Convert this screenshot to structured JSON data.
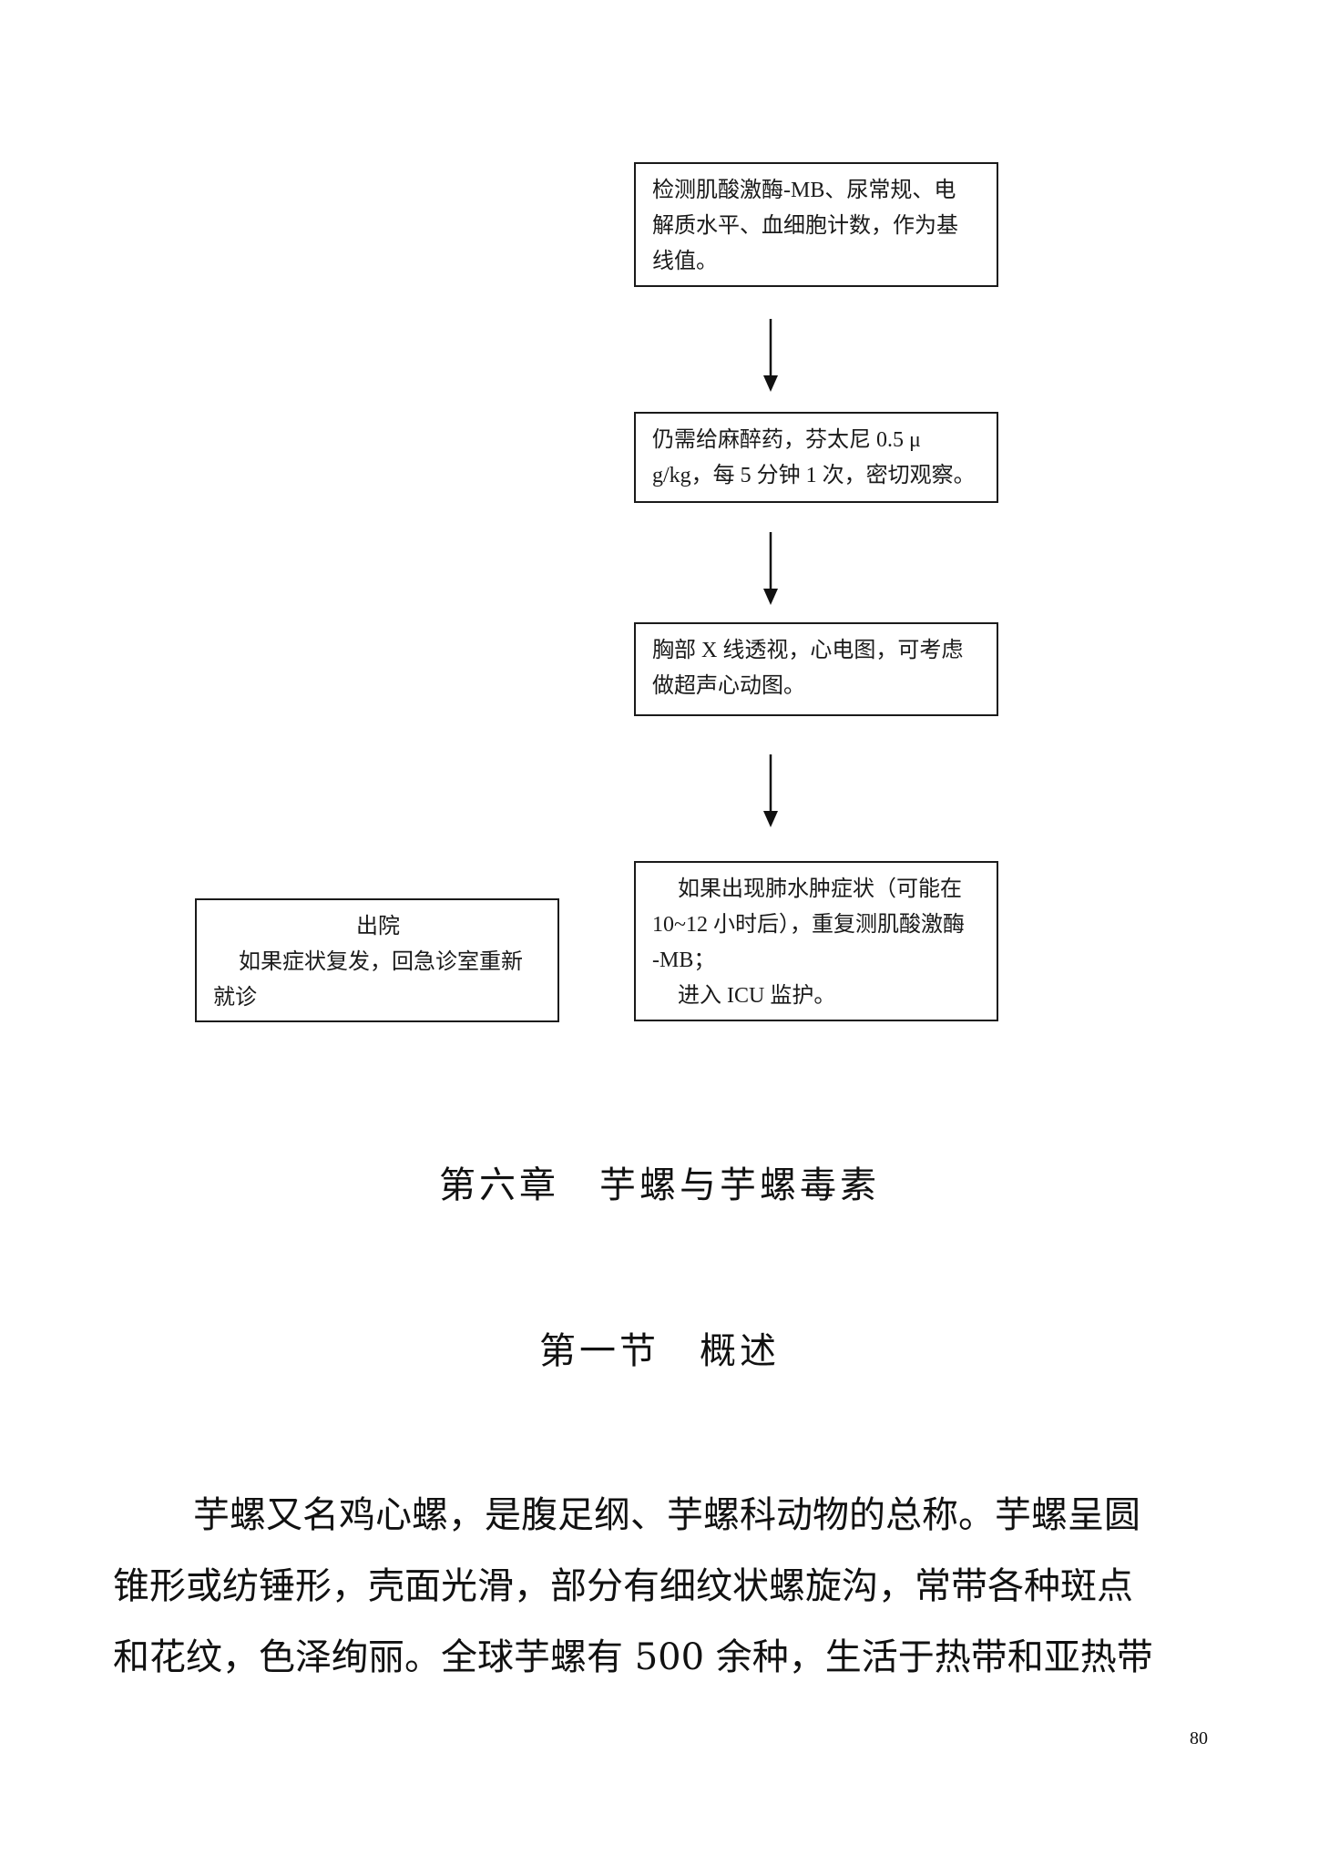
{
  "flowchart": {
    "step1": {
      "lines": [
        "检测肌酸激酶-MB、尿常规、电",
        "解质水平、血细胞计数，作为基",
        "线值。"
      ]
    },
    "step2": {
      "lines": [
        "仍需给麻醉药，芬太尼  0.5   μ",
        "g/kg，每 5 分钟 1 次，密切观察。"
      ]
    },
    "step3": {
      "lines": [
        "胸部 X 线透视，心电图，可考虑",
        "做超声心动图。"
      ]
    },
    "step4": {
      "lines": [
        "如果出现肺水肿症状（可能在",
        "10~12 小时后），重复测肌酸激酶",
        "-MB；",
        "进入 ICU 监护。"
      ]
    },
    "discharge": {
      "title": "出院",
      "lines": [
        "如果症状复发，回急诊室重新",
        "就诊"
      ]
    }
  },
  "chapter_title": "第六章　芋螺与芋螺毒素",
  "section_title": "第一节　概述",
  "body": {
    "lines": [
      "芋螺又名鸡心螺，是腹足纲、芋螺科动物的总称。芋螺呈圆",
      "锥形或纺锤形，壳面光滑，部分有细纹状螺旋沟，常带各种斑点",
      "和花纹，色泽绚丽。全球芋螺有 500 余种，生活于热带和亚热带"
    ]
  },
  "page_number": "80"
}
